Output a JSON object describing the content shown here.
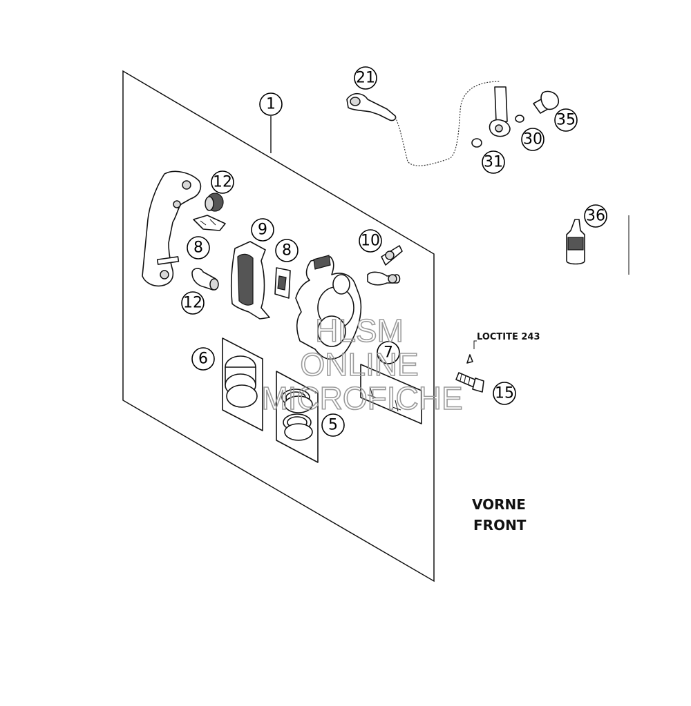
{
  "callouts": [
    {
      "id": "c1",
      "number": "1"
    },
    {
      "id": "c21",
      "number": "21"
    },
    {
      "id": "c35",
      "number": "35"
    },
    {
      "id": "c30",
      "number": "30"
    },
    {
      "id": "c31",
      "number": "31"
    },
    {
      "id": "c36",
      "number": "36"
    },
    {
      "id": "c12a",
      "number": "12"
    },
    {
      "id": "c8a",
      "number": "8"
    },
    {
      "id": "c12b",
      "number": "12"
    },
    {
      "id": "c9",
      "number": "9"
    },
    {
      "id": "c8b",
      "number": "8"
    },
    {
      "id": "c10",
      "number": "10"
    },
    {
      "id": "c6",
      "number": "6"
    },
    {
      "id": "c7",
      "number": "7"
    },
    {
      "id": "c5",
      "number": "5"
    },
    {
      "id": "c15",
      "number": "15"
    }
  ],
  "labels": {
    "loctite": "LOCTITE 243",
    "position_de": "VORNE",
    "position_en": "FRONT"
  },
  "watermark": {
    "line1": "HLSM",
    "line2": "ONLINE",
    "line3": "MICROFICHE"
  }
}
